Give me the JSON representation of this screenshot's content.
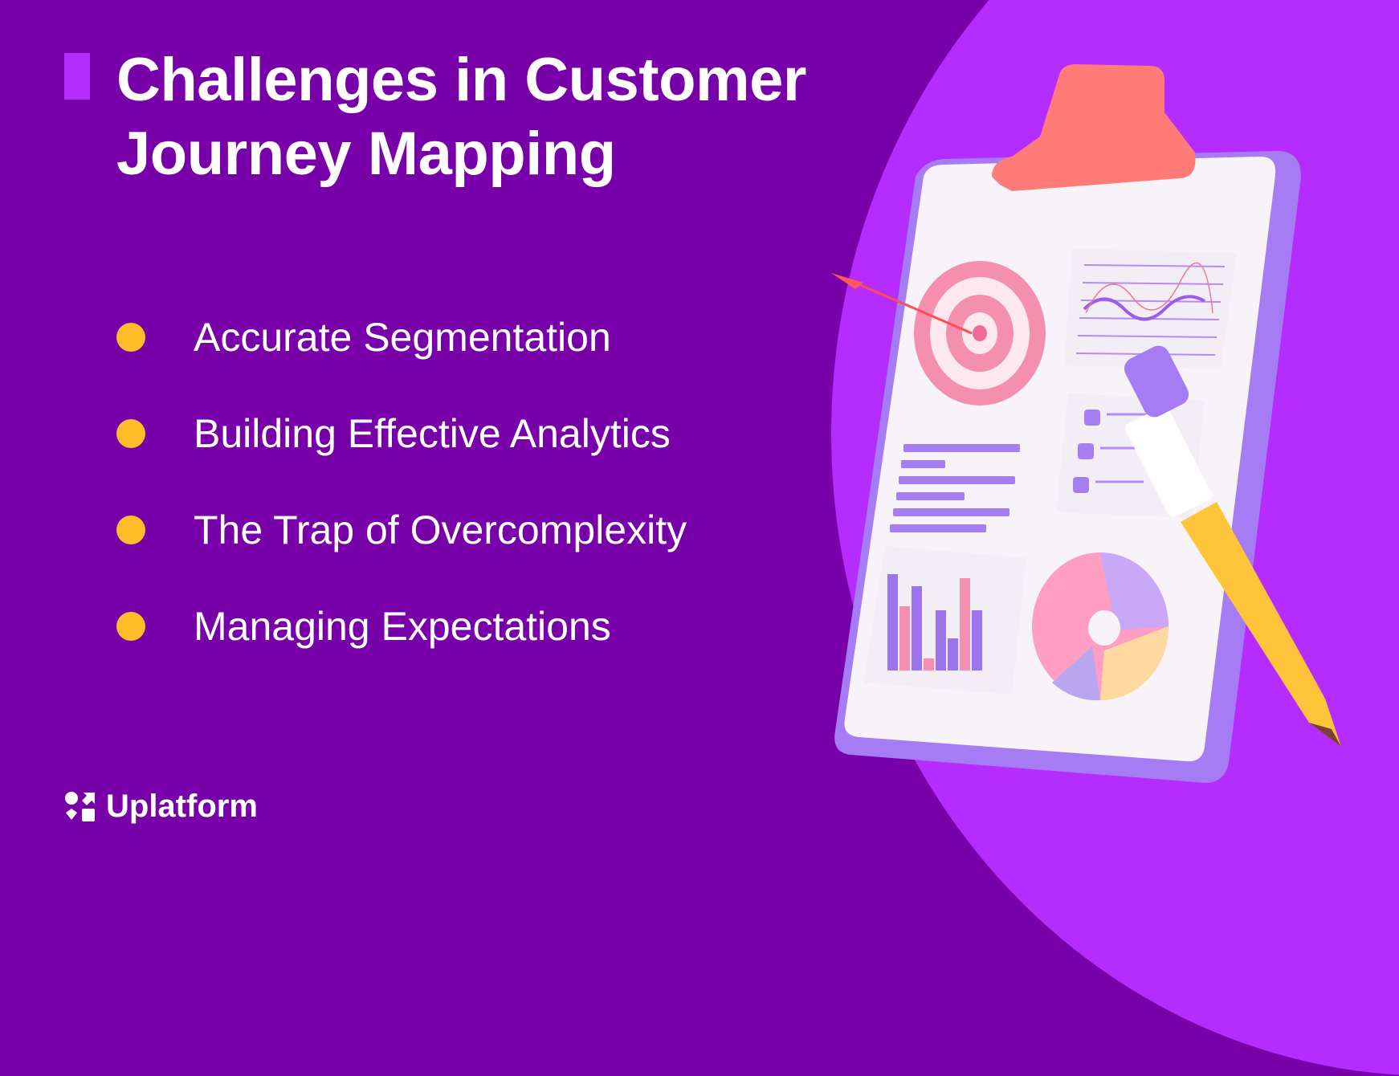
{
  "header": {
    "title_line1": "Challenges in Customer",
    "title_line2": "Journey Mapping"
  },
  "bullets": [
    {
      "label": "Accurate Segmentation"
    },
    {
      "label": "Building Effective Analytics"
    },
    {
      "label": "The Trap of Overcomplexity"
    },
    {
      "label": "Managing Expectations"
    }
  ],
  "footer": {
    "brand": "Uplatform",
    "logo_icon": "uplatform-logo-icon"
  },
  "illustration": {
    "subject": "clipboard-analytics-icon",
    "elements": [
      "target-icon",
      "arrow-icon",
      "line-chart-icon",
      "checklist-icon",
      "text-lines-icon",
      "bar-chart-icon",
      "donut-chart-icon",
      "pencil-icon"
    ]
  },
  "colors": {
    "background": "#7700a8",
    "accent": "#b52cff",
    "bullet": "#ffbf2a",
    "text": "#ffffff"
  }
}
